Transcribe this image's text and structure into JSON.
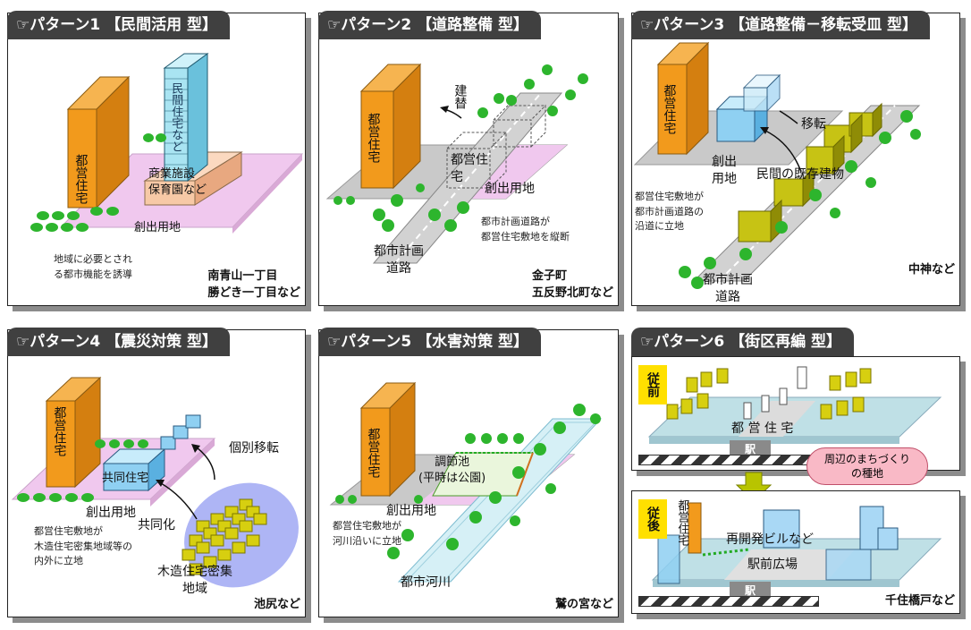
{
  "panels": [
    {
      "title": "☞パターン1 【民間活用 型】",
      "tall_label": "都営住宅",
      "tower_label": "民間住宅など",
      "facility": "商業施設\n保育園など",
      "land": "創出用地",
      "caption": "地域に必要とされ\nる都市機能を誘導",
      "place": "南青山一丁目\n勝どき一丁目など"
    },
    {
      "title": "☞パターン2 【道路整備 型】",
      "tall_label": "都営住宅",
      "rebuild": "建替",
      "ghost": "都営住宅",
      "land": "創出用地",
      "road": "都市計画\n道路",
      "caption": "都市計画道路が\n都営住宅敷地を縦断",
      "place": "金子町\n五反野北町など"
    },
    {
      "title": "☞パターン3 【道路整備－移転受皿 型】",
      "tall_label": "都営住宅",
      "move": "移転",
      "land": "創出\n用地",
      "private": "民間の既存建物",
      "caption": "都営住宅敷地が\n都市計画道路の\n沿道に立地",
      "road": "都市計画\n道路",
      "place": "中神など"
    },
    {
      "title": "☞パターン4 【震災対策 型】",
      "tall_label": "都営住宅",
      "shared": "共同住宅",
      "individual": "個別移転",
      "land": "創出用地",
      "joint": "共同化",
      "caption": "都営住宅敷地が\n木造住宅密集地域等の\n内外に立地",
      "dense": "木造住宅密集\n地域",
      "place": "池尻など"
    },
    {
      "title": "☞パターン5 【水害対策 型】",
      "tall_label": "都営住宅",
      "pond": "調節池\n(平時は公園)",
      "land": "創出用地",
      "caption": "都営住宅敷地が\n河川沿いに立地",
      "river": "都市河川",
      "place": "鷲の宮など"
    },
    {
      "title": "☞パターン6 【街区再編 型】",
      "before": "従前",
      "after": "従後",
      "housing_before": "都 営 住 宅",
      "station": "駅",
      "cloud": "周辺のまちづくり\nの種地",
      "tall_label": "都営住宅",
      "redev": "再開発ビルなど",
      "plaza": "駅前広場",
      "place": "千住橋戸など"
    }
  ],
  "colors": {
    "orange": "#f29a1c",
    "pink": "#f0c8ee",
    "road": "#c8c8c8",
    "tree": "#2db52d",
    "blue": "#a9d8f5",
    "olive": "#c7c314",
    "header": "#404040"
  }
}
